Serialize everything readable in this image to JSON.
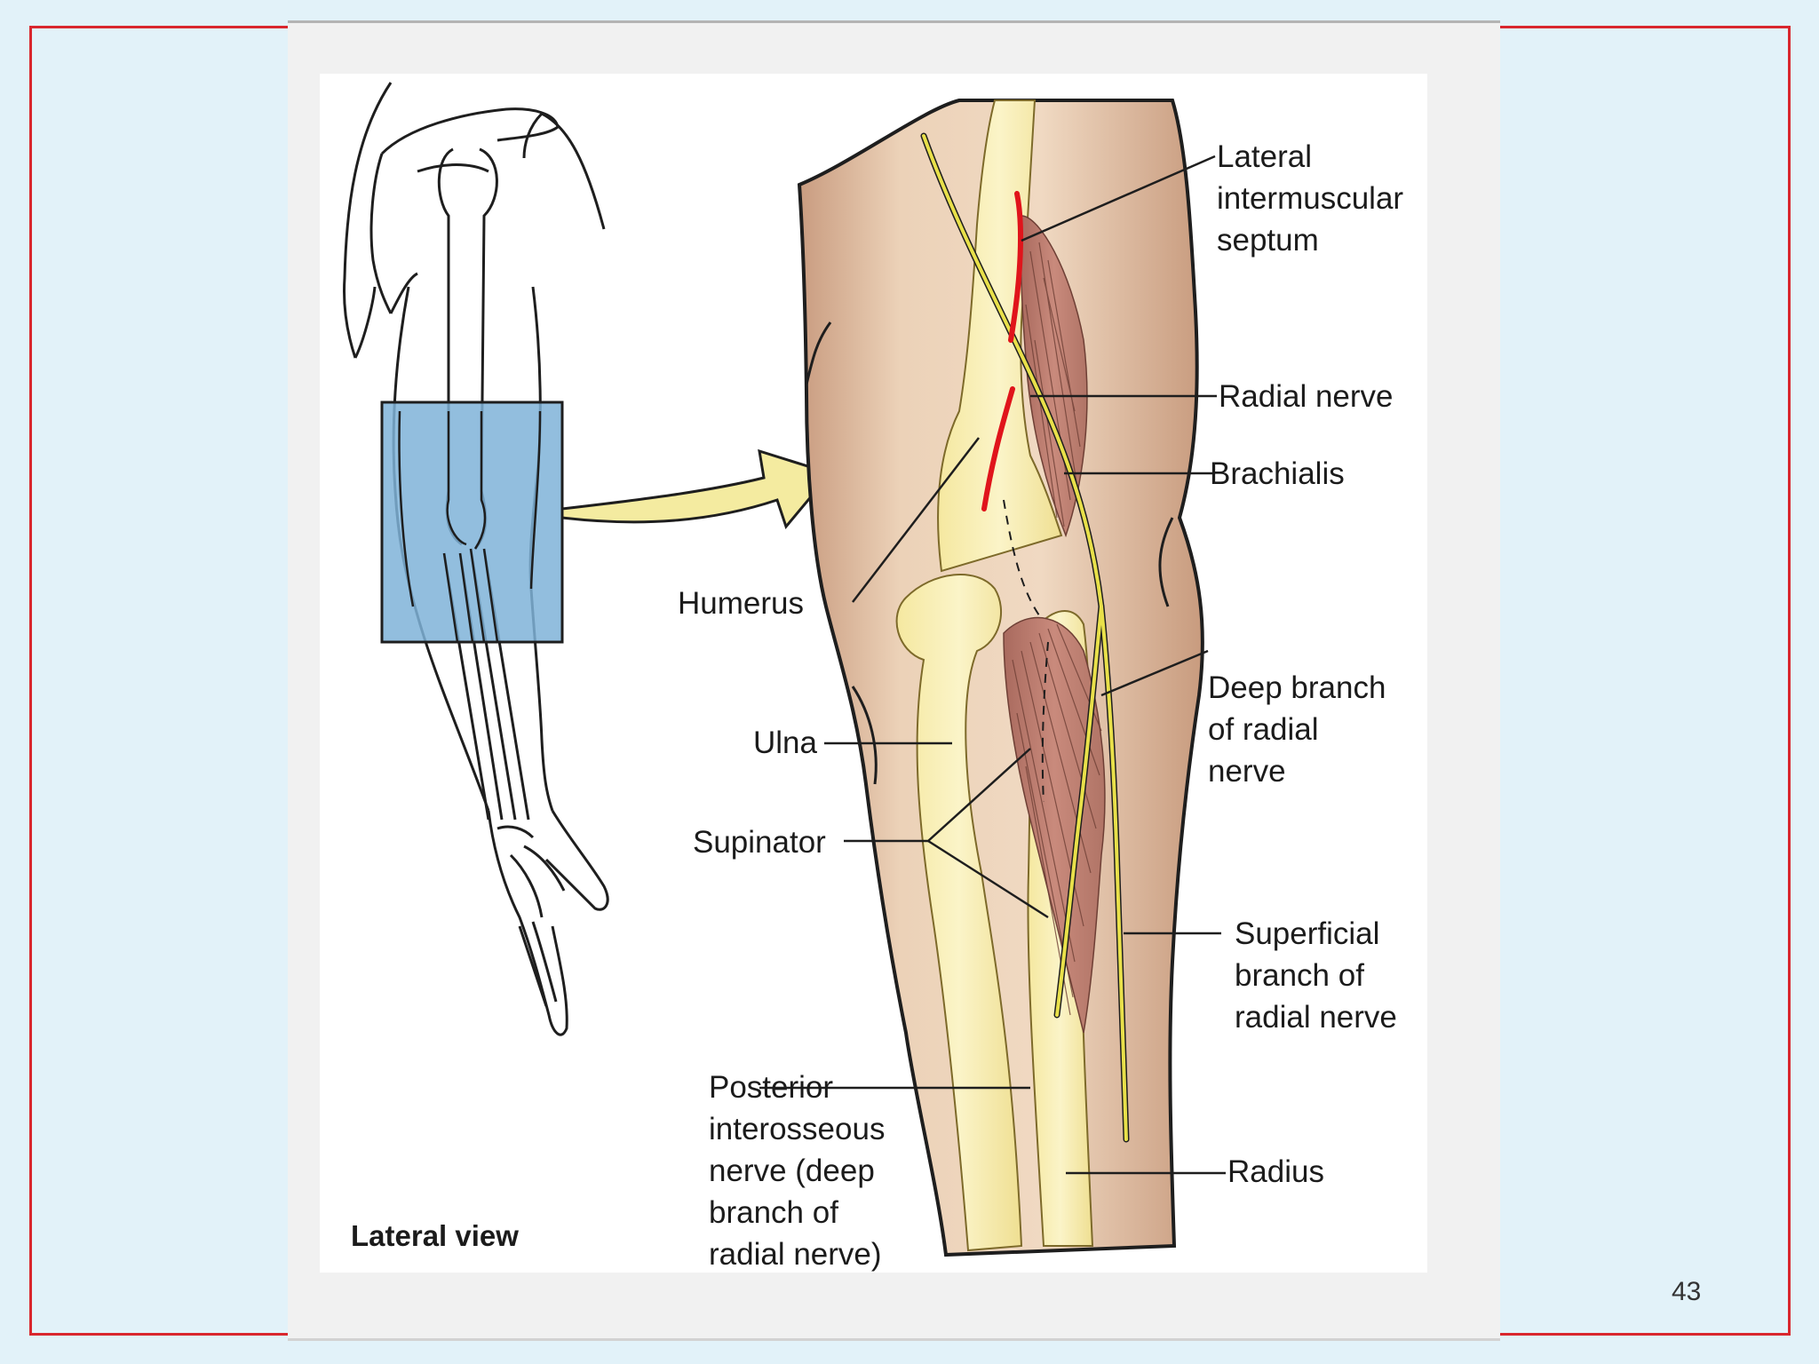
{
  "slide": {
    "page_number": "43",
    "frame_color": "#d9272e",
    "background_color": "#e2f2f9"
  },
  "figure": {
    "view_label": "Lateral view",
    "labels": {
      "lateral_intermuscular_septum": "Lateral\nintermuscular\nseptum",
      "radial_nerve": "Radial nerve",
      "brachialis": "Brachialis",
      "humerus": "Humerus",
      "deep_branch": "Deep branch\nof radial\nnerve",
      "ulna": "Ulna",
      "supinator": "Supinator",
      "superficial_branch": "Superficial\nbranch of\nradial nerve",
      "posterior_interosseous": "Posterior\ninterosseous\nnerve (deep\nbranch of\nradial nerve)",
      "radius": "Radius"
    },
    "colors": {
      "skin": "#e7c7a9",
      "bone": "#f8eeb0",
      "muscle": "#b9776a",
      "nerve": "#e8e04a",
      "septum": "#e0141b",
      "highlight_box": "#7fb3d8",
      "arrow": "#f4eba0"
    }
  }
}
